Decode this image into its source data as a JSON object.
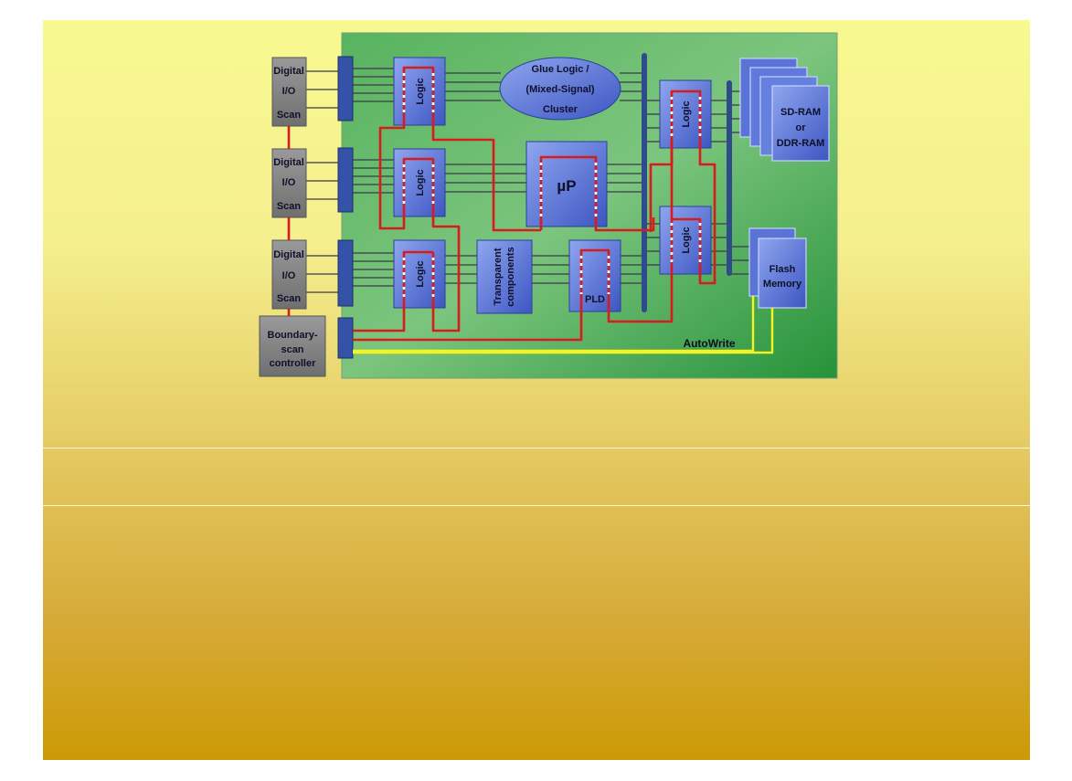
{
  "diagram": {
    "io_scan_blocks": [
      {
        "line1": "Digital",
        "line2": "I/O",
        "line3": "Scan"
      },
      {
        "line1": "Digital",
        "line2": "I/O",
        "line3": "Scan"
      },
      {
        "line1": "Digital",
        "line2": "I/O",
        "line3": "Scan"
      }
    ],
    "bs_controller": {
      "line1": "Boundary-",
      "line2": "scan",
      "line3": "controller"
    },
    "logic_label": "Logic",
    "glue_logic": {
      "line1": "Glue Logic /",
      "line2": "(Mixed-Signal)",
      "line3": "Cluster"
    },
    "microprocessor": "µP",
    "transparent_components": {
      "line1": "Transparent",
      "line2": "components"
    },
    "pld": "PLD",
    "sdram": {
      "line1": "SD-RAM",
      "line2": "or",
      "line3": "DDR-RAM"
    },
    "flash": {
      "line1": "Flash",
      "line2": "Memory"
    },
    "autowrite": "AutoWrite"
  },
  "colors": {
    "board_green": "#2f9e3e",
    "chain_red": "#d81c1c",
    "autowrite_yellow": "#f4f422",
    "block_blue": "#5e78d8",
    "bus_blue": "#2f4b8c"
  }
}
